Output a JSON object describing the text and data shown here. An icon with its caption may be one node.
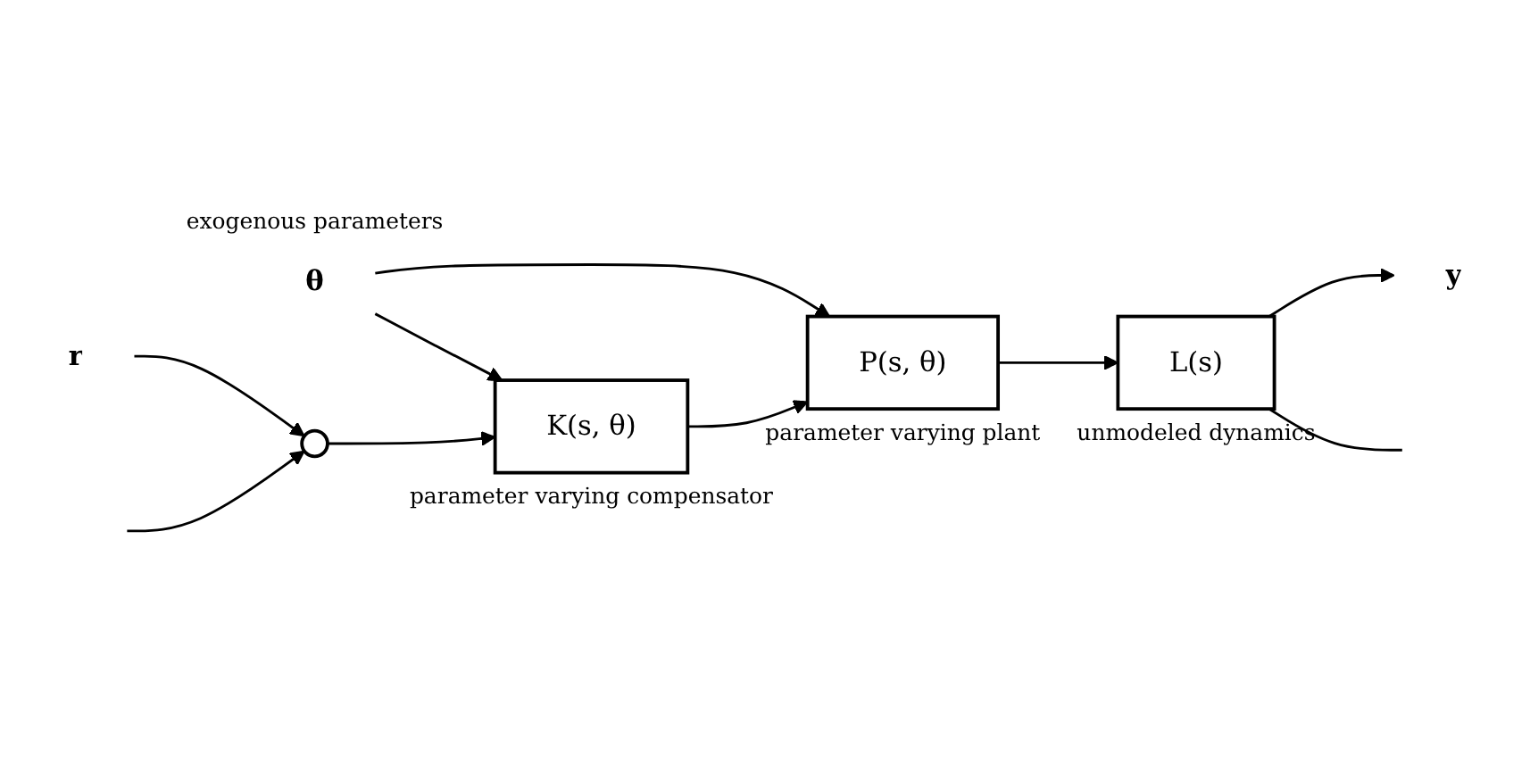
{
  "diagram": {
    "nodes": [
      {
        "text": [
          "θ"
        ],
        "beside": [
          "exogenous parameters"
        ]
      },
      {
        "text": [
          "r"
        ]
      },
      {
        "text": [],
        "shape": "circle"
      },
      {
        "text": [
          "K(s, θ)"
        ],
        "beside": [
          "parameter varying compensator"
        ]
      },
      {
        "text": [
          "P(s, θ)"
        ],
        "beside": [
          "parameter varying plant"
        ]
      },
      {
        "text": [
          "L(s)"
        ],
        "beside": [
          "unmodeled dynamics"
        ]
      },
      {
        "text": [
          "y"
        ]
      }
    ],
    "edges": [
      {
        "from": 0,
        "to": 3,
        "arrow": "to"
      },
      {
        "from": 0,
        "to": 4,
        "arrow": "to"
      },
      {
        "from": 1,
        "to": 2,
        "arrow": "to"
      },
      {
        "from": 2,
        "to": 3,
        "arrow": "to"
      },
      {
        "from": 3,
        "to": 4,
        "arrow": "to"
      },
      {
        "from": 4,
        "to": 5,
        "arrow": "to"
      },
      {
        "from": 5,
        "to": 6,
        "arrow": "to"
      },
      {
        "from": 5,
        "to": null,
        "arrow": "none"
      },
      {
        "from": null,
        "to": 2,
        "arrow": "to"
      }
    ]
  }
}
